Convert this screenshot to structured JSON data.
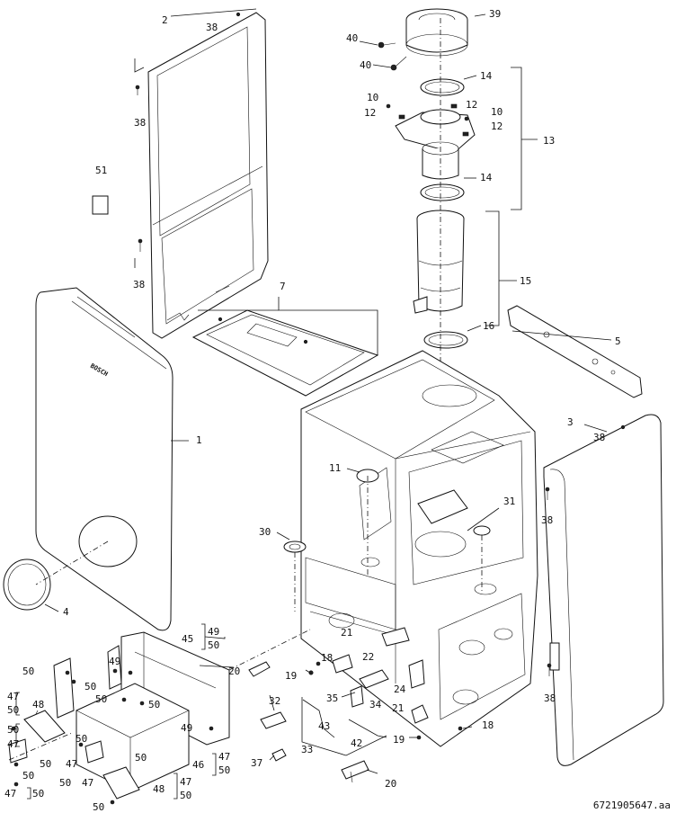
{
  "document_number": "6721905647.aa",
  "callouts": [
    "1",
    "2",
    "3",
    "4",
    "5",
    "7",
    "10",
    "11",
    "12",
    "13",
    "14",
    "15",
    "16",
    "18",
    "19",
    "20",
    "21",
    "22",
    "24",
    "30",
    "31",
    "32",
    "33",
    "34",
    "35",
    "37",
    "38",
    "39",
    "40",
    "42",
    "43",
    "45",
    "46",
    "47",
    "48",
    "49",
    "50",
    "51"
  ]
}
